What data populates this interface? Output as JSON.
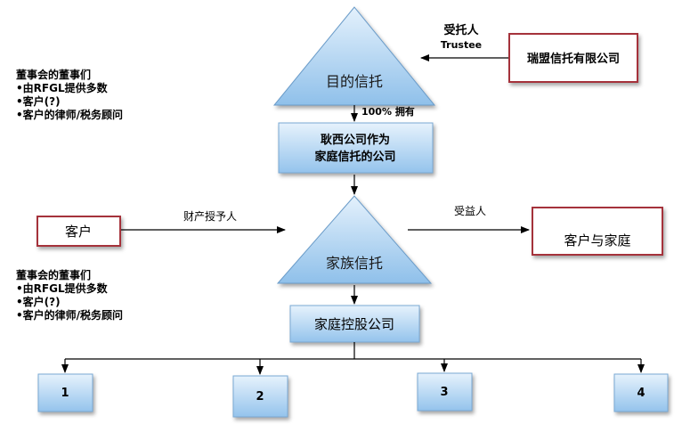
{
  "trust_top": {
    "label": "目的信托"
  },
  "trustee": {
    "label_cn": "受托人",
    "label_en": "Trustee",
    "company": "瑞盟信托有限公司"
  },
  "ownership": {
    "label": "100% 拥有"
  },
  "lux_company": {
    "line1": "耿西公司作为",
    "line2": "家庭信托的公司"
  },
  "family_trust": {
    "label": "家族信托"
  },
  "settlor": {
    "box": "客户",
    "label": "财产授予人"
  },
  "beneficiary": {
    "label": "受益人",
    "box": "客户与家庭"
  },
  "holding": {
    "label": "家庭控股公司"
  },
  "subsidiaries": [
    "1",
    "2",
    "3",
    "4"
  ],
  "notes_top": [
    "董事会的董事们",
    "•由RFGL提供多数",
    "•客户(?)",
    "•客户的律师/税务顾问"
  ],
  "notes_bottom": [
    "董事会的董事们",
    "•由RFGL提供多数",
    "•客户(?)",
    "•客户的律师/税务顾问"
  ],
  "colors": {
    "box_fill_top": "#dfeefb",
    "box_fill_bottom": "#98c6ec",
    "box_stroke": "#7aa9d4",
    "red_border": "#a5333a"
  }
}
